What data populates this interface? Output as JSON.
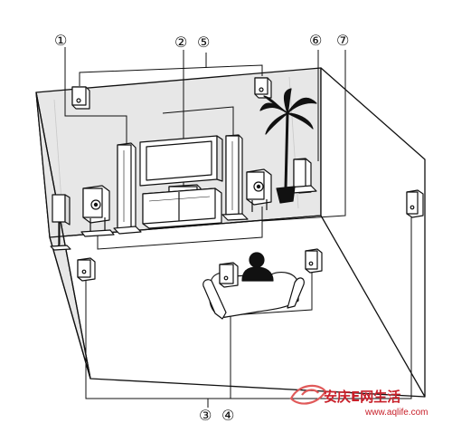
{
  "callouts": {
    "c1": "①",
    "c2": "②",
    "c3": "③",
    "c4": "④",
    "c5": "⑤",
    "c6": "⑥",
    "c7": "⑦"
  },
  "watermark": {
    "site_name": "安庆E网生活",
    "url": "www.aqlife.com"
  },
  "colors": {
    "line": "#111111",
    "wall": "#e7e7e7",
    "room_fill": "#ffffff",
    "watermark": "#c8202a"
  }
}
